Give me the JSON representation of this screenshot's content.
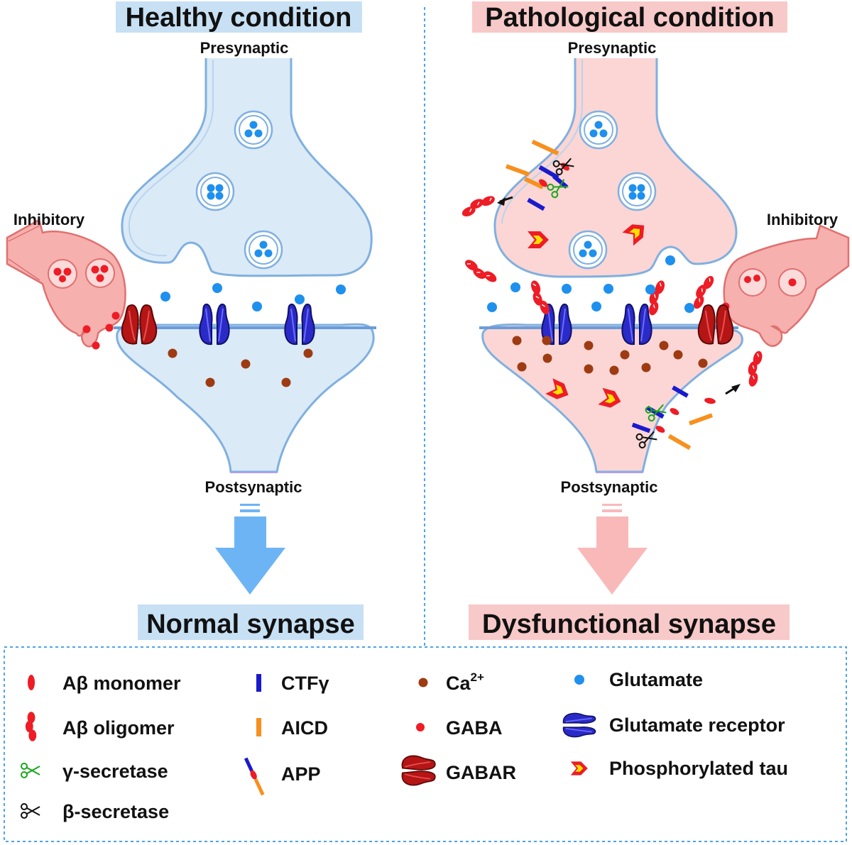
{
  "panels": {
    "healthy": {
      "title": "Healthy condition",
      "presynaptic": "Presynaptic",
      "postsynaptic": "Postsynaptic",
      "inhibitory": "Inhibitory",
      "result": "Normal synapse"
    },
    "pathological": {
      "title": "Pathological condition",
      "presynaptic": "Presynaptic",
      "postsynaptic": "Postsynaptic",
      "inhibitory": "Inhibitory",
      "result": "Dysfunctional synapse"
    }
  },
  "legend": {
    "ab_monomer": "Aβ monomer",
    "ab_oligomer": "Aβ oligomer",
    "gamma_secretase": "γ-secretase",
    "beta_secretase": "β-secretase",
    "ctf_gamma": "CTFγ",
    "aicd": "AICD",
    "app": "APP",
    "ca_base": "Ca",
    "ca_sup": "2+",
    "gaba": "GABA",
    "gabar": "GABAR",
    "glutamate": "Glutamate",
    "glutamate_receptor": "Glutamate receptor",
    "phospho_tau": "Phosphorylated tau"
  },
  "colors": {
    "healthy_fill": "#dbeaf7",
    "healthy_title_bg": "#c7e0f4",
    "path_fill": "#fbd6d5",
    "path_title_bg": "#f7c9c8",
    "membrane": "#7fb0e0",
    "glutamate": "#1e90ee",
    "calcium": "#9e3b12",
    "gaba": "#ee1c25",
    "receptor": "#2222bb",
    "gabar": "#b51515",
    "ctf": "#1a1acc",
    "aicd": "#f7901e",
    "tau_outer": "#ee1c25",
    "tau_inner": "#ffe000",
    "gamma_secretase": "#1aa51a",
    "beta_secretase": "#111111",
    "healthy_arrow": "#6db4f4",
    "path_arrow": "#f9b9b9"
  }
}
